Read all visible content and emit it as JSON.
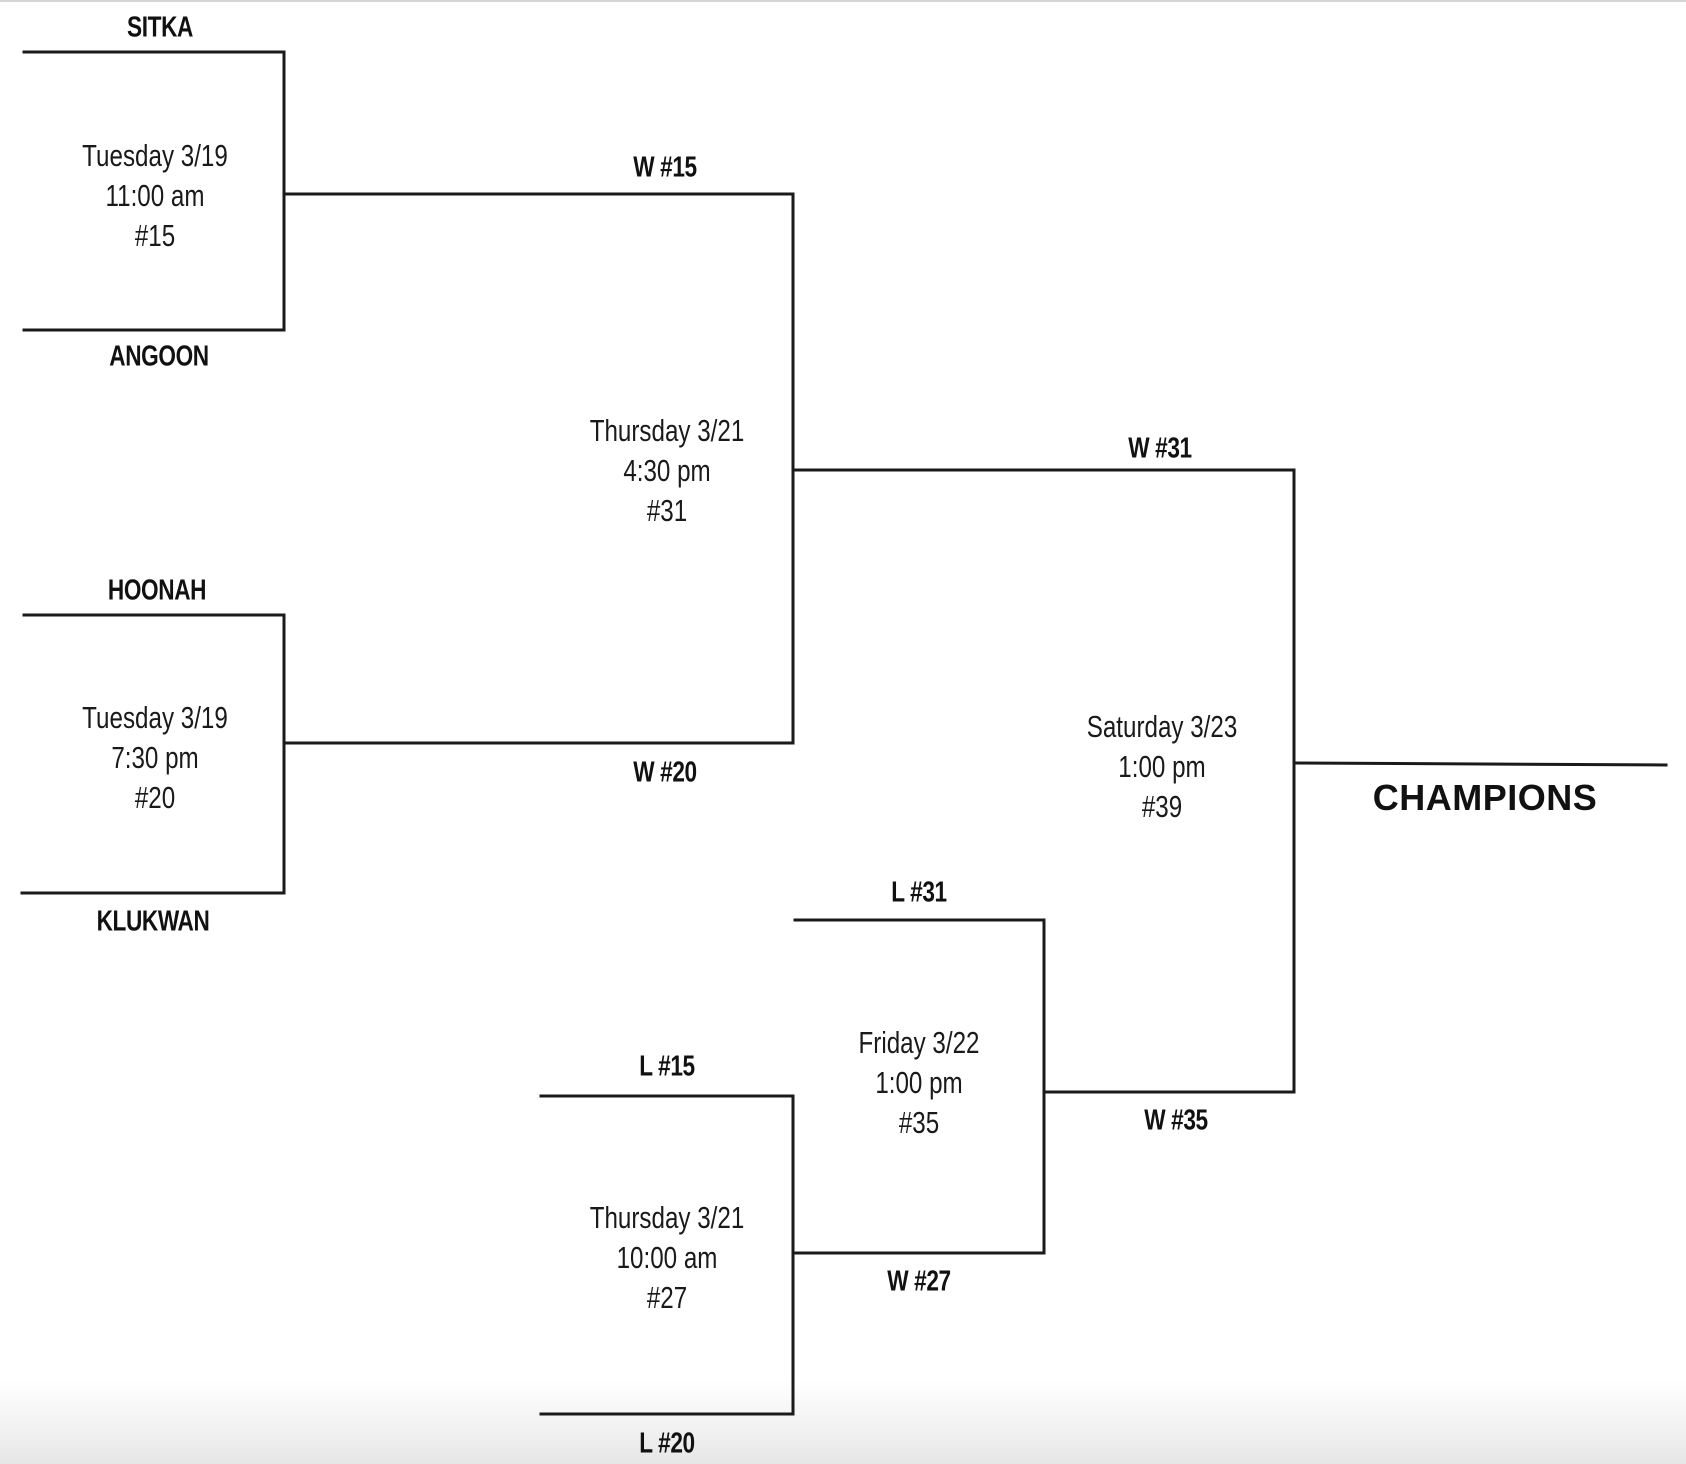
{
  "bracket": {
    "teams": [
      "SITKA",
      "ANGOON",
      "HOONAH",
      "KLUKWAN"
    ],
    "games": [
      {
        "id": "15",
        "day": "Tuesday 3/19",
        "time": "11:00 am",
        "number": "#15",
        "top": "SITKA",
        "bottom": "ANGOON"
      },
      {
        "id": "20",
        "day": "Tuesday 3/19",
        "time": "7:30 pm",
        "number": "#20",
        "top": "HOONAH",
        "bottom": "KLUKWAN"
      },
      {
        "id": "31",
        "day": "Thursday 3/21",
        "time": "4:30 pm",
        "number": "#31",
        "top": "W #15",
        "bottom": "W #20"
      },
      {
        "id": "27",
        "day": "Thursday 3/21",
        "time": "10:00 am",
        "number": "#27",
        "top": "L #15",
        "bottom": "L #20"
      },
      {
        "id": "35",
        "day": "Friday 3/22",
        "time": "1:00 pm",
        "number": "#35",
        "top": "L #31",
        "bottom": "W #27"
      },
      {
        "id": "39",
        "day": "Saturday 3/23",
        "time": "1:00 pm",
        "number": "#39",
        "top": "W #31",
        "bottom": "W #35"
      }
    ],
    "slot_labels": {
      "sitka": "SITKA",
      "angoon": "ANGOON",
      "hoonah": "HOONAH",
      "klukwan": "KLUKWAN",
      "w15": "W #15",
      "w20": "W #20",
      "w31": "W #31",
      "l31": "L #31",
      "l15": "L #15",
      "l20": "L #20",
      "w27": "W #27",
      "w35": "W #35"
    },
    "champions_label": "CHAMPIONS"
  }
}
